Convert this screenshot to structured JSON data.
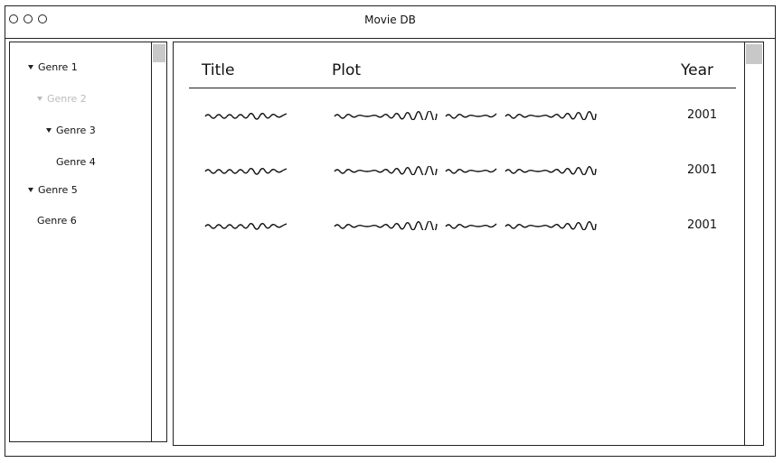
{
  "window": {
    "title": "Movie DB"
  },
  "sidebar": {
    "items": [
      {
        "label": "Genre 1",
        "expanded": true,
        "disabled": false
      },
      {
        "label": "Genre 2",
        "expanded": true,
        "disabled": true
      },
      {
        "label": "Genre 3",
        "expanded": true,
        "disabled": false
      },
      {
        "label": "Genre 4",
        "expanded": false,
        "disabled": false
      },
      {
        "label": "Genre 5",
        "expanded": true,
        "disabled": false
      },
      {
        "label": "Genre 6",
        "expanded": false,
        "disabled": false
      }
    ]
  },
  "table": {
    "columns": [
      "Title",
      "Plot",
      "Year"
    ],
    "rows": [
      {
        "year": "2001"
      },
      {
        "year": "2001"
      },
      {
        "year": "2001"
      }
    ]
  }
}
